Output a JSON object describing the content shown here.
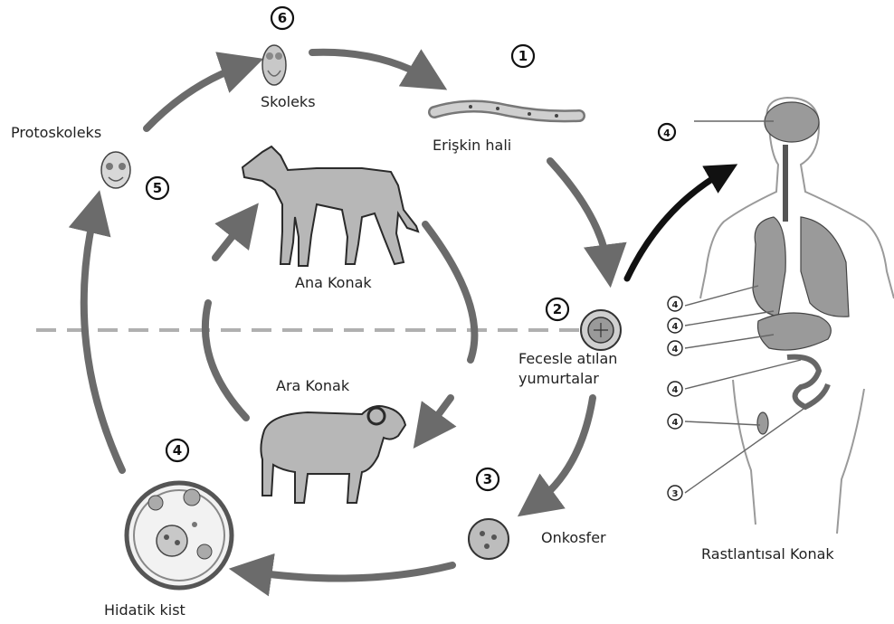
{
  "stages": {
    "s1": {
      "number": "1",
      "label": "Erişkin hali"
    },
    "s2": {
      "number": "2",
      "label_line1": "Fecesle atılan",
      "label_line2": "yumurtalar"
    },
    "s3": {
      "number": "3",
      "label": "Onkosfer"
    },
    "s4": {
      "number": "4",
      "label": "Hidatik kist"
    },
    "s5": {
      "number": "5",
      "label": "Protoskoleks"
    },
    "s6": {
      "number": "6",
      "label": "Skoleks"
    }
  },
  "hosts": {
    "definitive": "Ana Konak",
    "intermediate": "Ara Konak",
    "accidental": "Rastlantısal Konak"
  },
  "organ_markers": {
    "brain": "4",
    "lung": "4",
    "liver": "4",
    "kidney": "4",
    "intestine": "4",
    "bone": "4",
    "blood": "3"
  },
  "colors": {
    "arrow": "#6b6b6b",
    "arrow_dark": "#111111",
    "animal_fill": "#b7b7b7",
    "divider": "#b0b0b0"
  }
}
